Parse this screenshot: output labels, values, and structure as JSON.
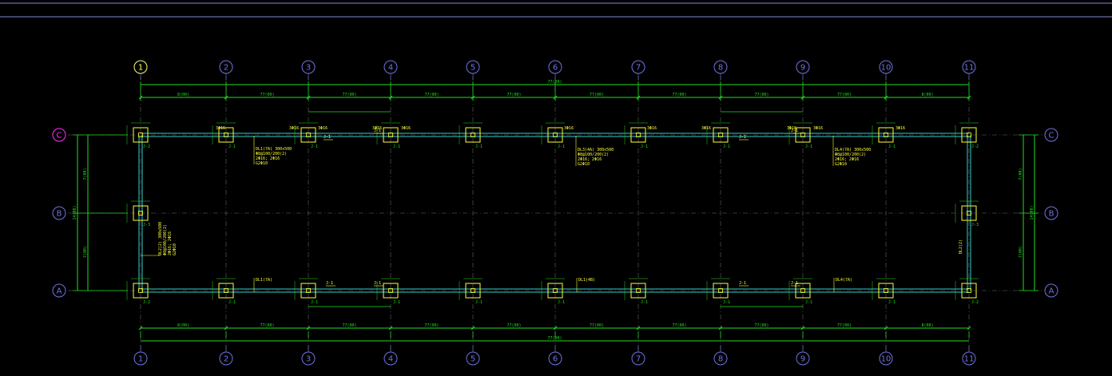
{
  "colors": {
    "background": "#000000",
    "frame_line": "#7f86d6",
    "grid_bubble": "#6f73e0",
    "grid_bubble_first": "#ffff66",
    "grid_bubble_row_c": "#ff33ff",
    "dim_line": "#22dd22",
    "beam": "#33cccc",
    "pad": "#ffff33",
    "axis": "#666666",
    "label": "#ffff33"
  },
  "axes": {
    "columns": [
      "1",
      "2",
      "3",
      "4",
      "5",
      "6",
      "7",
      "8",
      "9",
      "10",
      "11"
    ],
    "rows": [
      "C",
      "B",
      "A"
    ]
  },
  "dimensions": {
    "overall_top": "77(00)",
    "overall_bottom": "77(00)",
    "spans_top": [
      "8(00)",
      "77(00)",
      "77(00)",
      "77(00)",
      "77(00)",
      "77(00)",
      "77(00)",
      "77(00)",
      "77(00)",
      "8(00)"
    ],
    "spans_bottom": [
      "8(00)",
      "77(00)",
      "77(00)",
      "77(00)",
      "77(00)",
      "77(00)",
      "77(00)",
      "77(00)",
      "77(00)",
      "8(00)"
    ],
    "side_upper": "7(00)",
    "side_lower": "7(00)",
    "side_total": "14(00)"
  },
  "footing_labels": [
    "J-1",
    "J-2",
    "J-3"
  ],
  "notes": {
    "beam_top_left": [
      "DL1(7A) 300x500",
      "Φ8@100/200(2)",
      "2Φ16; 2Φ16",
      "G2Φ10"
    ],
    "beam_top_mid": [
      "DL3(4A) 300x500",
      "Φ8@100/200(2)",
      "2Φ16; 2Φ16",
      "G2Φ10"
    ],
    "beam_top_right": [
      "DL4(7A) 300x500",
      "Φ8@100/200(2)",
      "2Φ16; 2Φ16",
      "G2Φ10"
    ],
    "beam_left": [
      "DL2(2) 300x500",
      "Φ8@100/200(2)",
      "2Φ16; 2Φ16",
      "G2Φ10"
    ],
    "beam_bottom_1": "DL1(7A)",
    "beam_bottom_2": "DL1(4B)",
    "beam_bottom_3": "DL4(7A)",
    "beam_right": "DL2(2)",
    "rebar": "3Φ16"
  }
}
